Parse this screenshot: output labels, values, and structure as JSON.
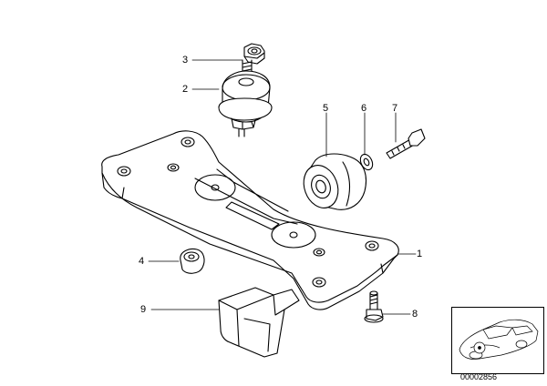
{
  "diagram": {
    "callouts": [
      {
        "id": "1",
        "label": "1"
      },
      {
        "id": "2",
        "label": "2"
      },
      {
        "id": "3",
        "label": "3"
      },
      {
        "id": "4",
        "label": "4"
      },
      {
        "id": "5",
        "label": "5"
      },
      {
        "id": "6",
        "label": "6"
      },
      {
        "id": "7",
        "label": "7"
      },
      {
        "id": "8",
        "label": "8"
      },
      {
        "id": "9",
        "label": "9"
      }
    ],
    "document_number": "00002856"
  },
  "colors": {
    "line": "#000000",
    "background": "#ffffff"
  }
}
